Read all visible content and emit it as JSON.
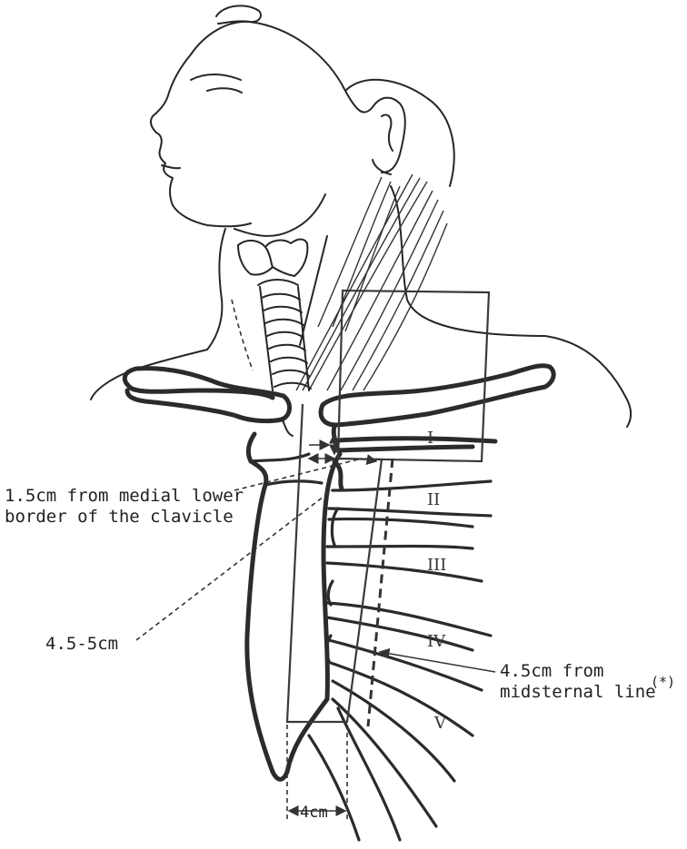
{
  "labels": {
    "clavicle_note_line1": "1.5cm from medial lower",
    "clavicle_note_line2": "border of the clavicle",
    "sternum_width": "4.5-5cm",
    "midsternal_line1": "4.5cm from",
    "midsternal_line2": "midsternal line",
    "midsternal_marker": "(*)",
    "bottom_width": "4cm"
  },
  "ribs": [
    "I",
    "II",
    "III",
    "IV",
    "V"
  ],
  "colors": {
    "ink": "#2b2b2b",
    "background": "#ffffff"
  }
}
